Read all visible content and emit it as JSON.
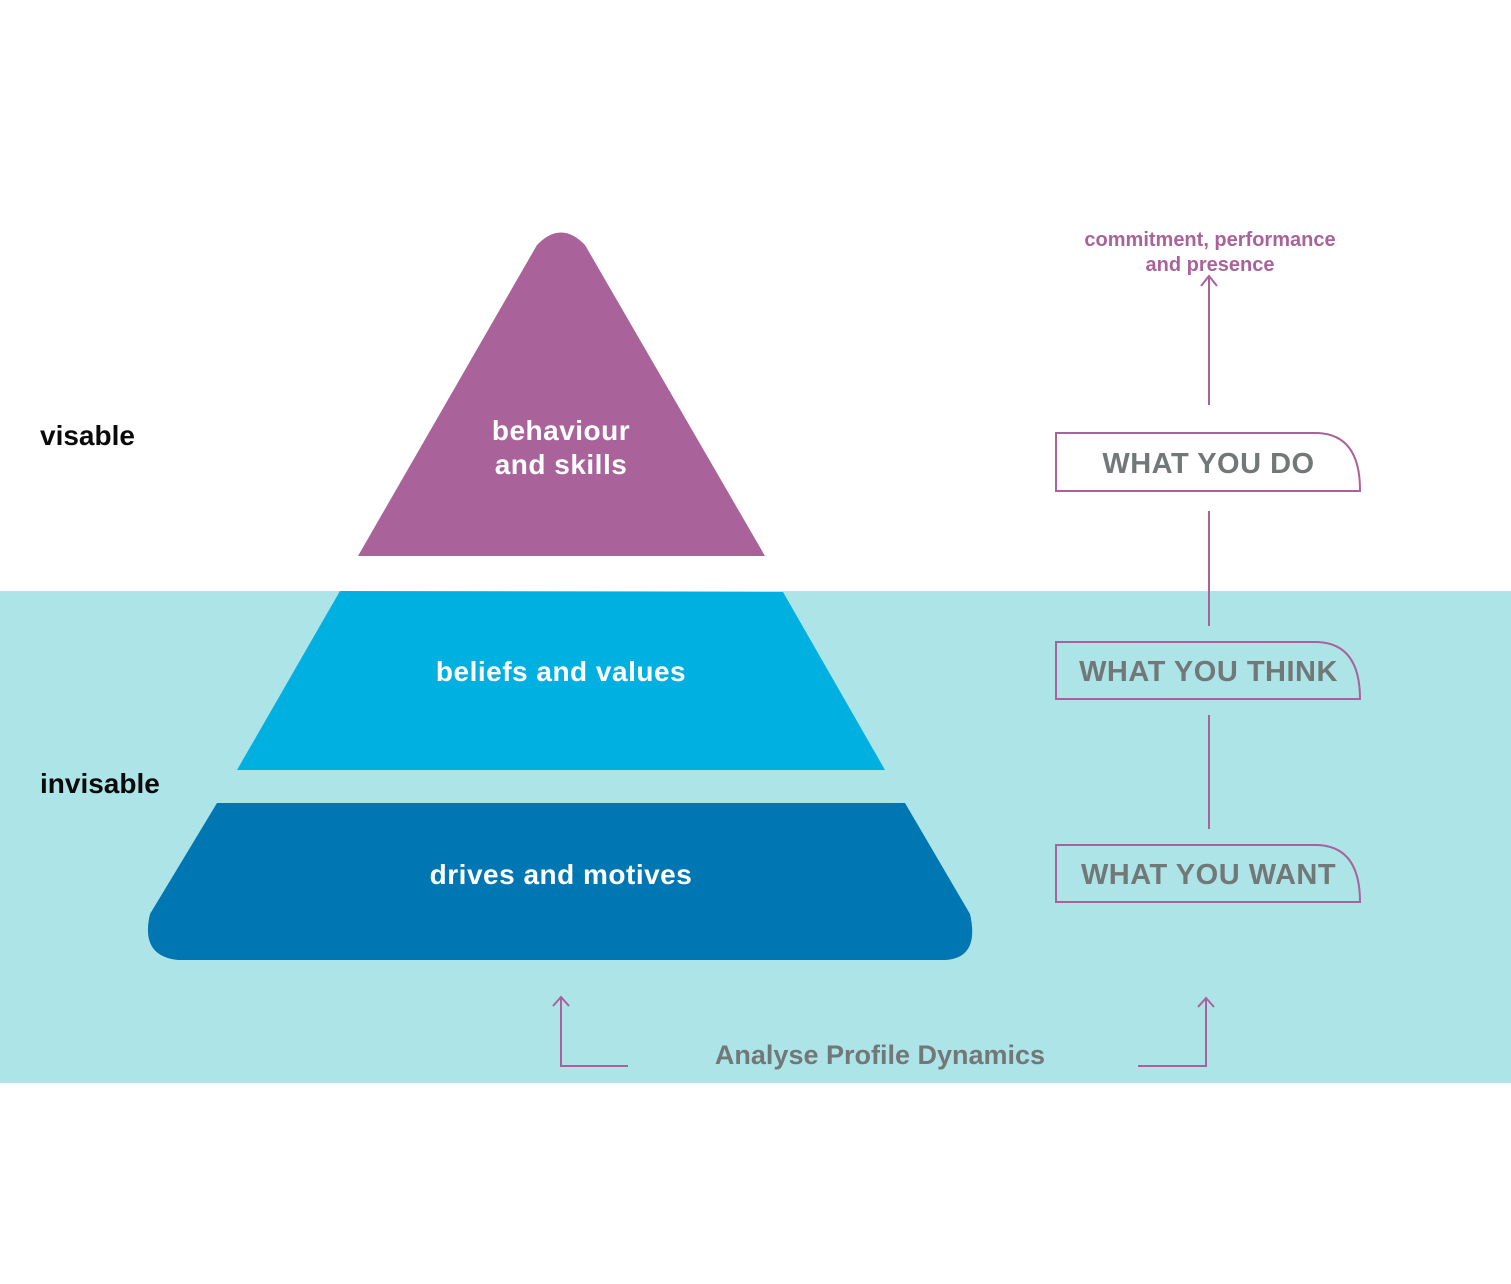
{
  "colors": {
    "top_tier": "#a9639a",
    "middle_tier": "#00b0e0",
    "bottom_tier": "#0076b3",
    "underwater_band": "#ade4e7",
    "accent_lines": "#a9639a",
    "box_text": "#727777",
    "side_text": "#0a0a0a"
  },
  "side_labels": {
    "visible": "visable",
    "invisible": "invisable"
  },
  "pyramid": {
    "tiers": [
      {
        "line1": "behaviour",
        "line2": "and skills"
      },
      {
        "line1": "beliefs and values"
      },
      {
        "line1": "drives and motives"
      }
    ]
  },
  "right_column": {
    "outcome_line1": "commitment, performance",
    "outcome_line2": "and presence",
    "boxes": [
      {
        "label": "WHAT YOU DO"
      },
      {
        "label": "WHAT YOU THINK"
      },
      {
        "label": "WHAT YOU WANT"
      }
    ]
  },
  "footer": {
    "label": "Analyse Profile Dynamics"
  }
}
